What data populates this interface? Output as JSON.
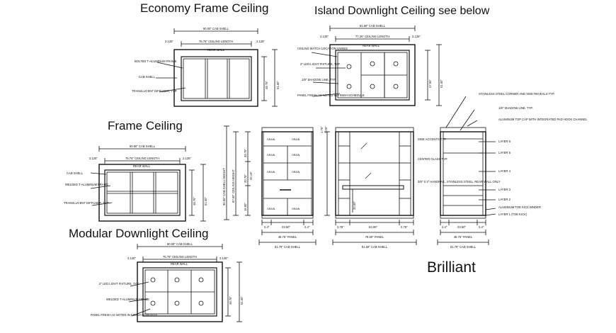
{
  "titles": {
    "economy": "Economy Frame Ceiling",
    "island": "Island Downlight Ceiling see below",
    "frame": "Frame Ceiling",
    "modular": "Modular Downlight Ceiling",
    "brand": "Brilliant"
  },
  "dims": {
    "cab_shell_90": "90.00\" CAB SHELL",
    "ceiling_7575": "75.75\" CEILING LENGTH",
    "side_2125": "2.125\"",
    "cab_shell_8150": "81.50\" CAB SHELL",
    "ceiling_7725": "77.25\" CEILING LENGTH",
    "v_4875": "48.75\"",
    "v_5100": "51.00\"",
    "v_4750": "47.50\"",
    "v_175": "1.75\"",
    "v_200": "2.00\""
  },
  "labels": {
    "rear_wall": "REAR WALL",
    "bolted_frame": "BOLTED T-ALUMINUM FRAME",
    "cab_shell": "CAB SHELL",
    "translucent_diffuser": "TRANSLUCENT DIFFUSER, TYP.",
    "ceiling_match": "CEILING MATCH LOCATION VARIES",
    "led_fixture": "2\" LED LIGHT FIXTURE, TYP.",
    "shadow_line": "1/8\" SHADOW LINE, TYP.",
    "panel_finish": "PANEL FINISH AS NOTED IN FINISH SCHEDULE",
    "welded_frame": "WELDED T-ALUMINUM FRAME"
  },
  "elevation": {
    "cab_height": "90.00\" CAB SHELL HEIGHT",
    "clear": "87.00\" CEILING HEIGHT",
    "seg_a": "33.75\"",
    "seg_b": "20.75\"",
    "seg_c": "16.50\"",
    "seg_d": "20.13\"",
    "side_accents": "SIDE ACCENTS TYP.",
    "center_glass": "CENTER GLASS TYP.",
    "handrail": "3/8\" X 2\" HANDRAIL, STAINLESS STEEL, REAR WALL ONLY",
    "h_3200": "32.00\"",
    "b_panel_left": "48.75\" PANEL",
    "b_panel_mid": "78.50\" PANEL",
    "b_panel_right": "48.75\" PANEL",
    "b_shell_left": "51.75\" CAB SHELL",
    "b_shell_mid": "81.50\" CAB SHELL",
    "b_shell_right": "51.75\" CAB SHELL",
    "b_24": "2.4\"",
    "b_2350": "23.50\"",
    "b_5300": "53.00\"",
    "b_275": "2.75\"",
    "grain": "GRAIN",
    "stainless_corner": "STAINLESS STEEL CORNER AND SIDE REVEALS TYP.",
    "shadow_line2": "1/8\" SHADOW LINE, TYP.",
    "alum_top_cap": "ALUMINUM TOP CAP WITH INTEGRATED PAD HOOK CHANNEL",
    "layer6": "LAYER 6",
    "layer5": "LAYER 5",
    "layer4": "LAYER 4",
    "layer3": "LAYER 3",
    "layer2": "LAYER 2",
    "alum_toe": "ALUMINUM TOE KICK BINDER",
    "layer1": "LAYER 1 (TOE KICK)"
  }
}
